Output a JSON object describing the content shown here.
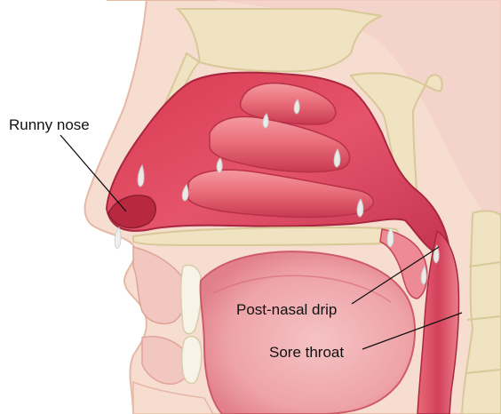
{
  "labels": {
    "runny_nose": "Runny nose",
    "post_nasal_drip": "Post-nasal drip",
    "sore_throat": "Sore throat"
  },
  "colors": {
    "skin": "#f6ddd0",
    "skin_outline": "#e5b9a6",
    "bone": "#efe3c2",
    "bone_dark": "#d9c898",
    "cavity": "#e2495c",
    "cavity_dark": "#b82d44",
    "mucosa": "#ec7c86",
    "tissue_light": "#f8d3d3",
    "mucus": "#eef1ef",
    "leader_line": "#111111"
  }
}
